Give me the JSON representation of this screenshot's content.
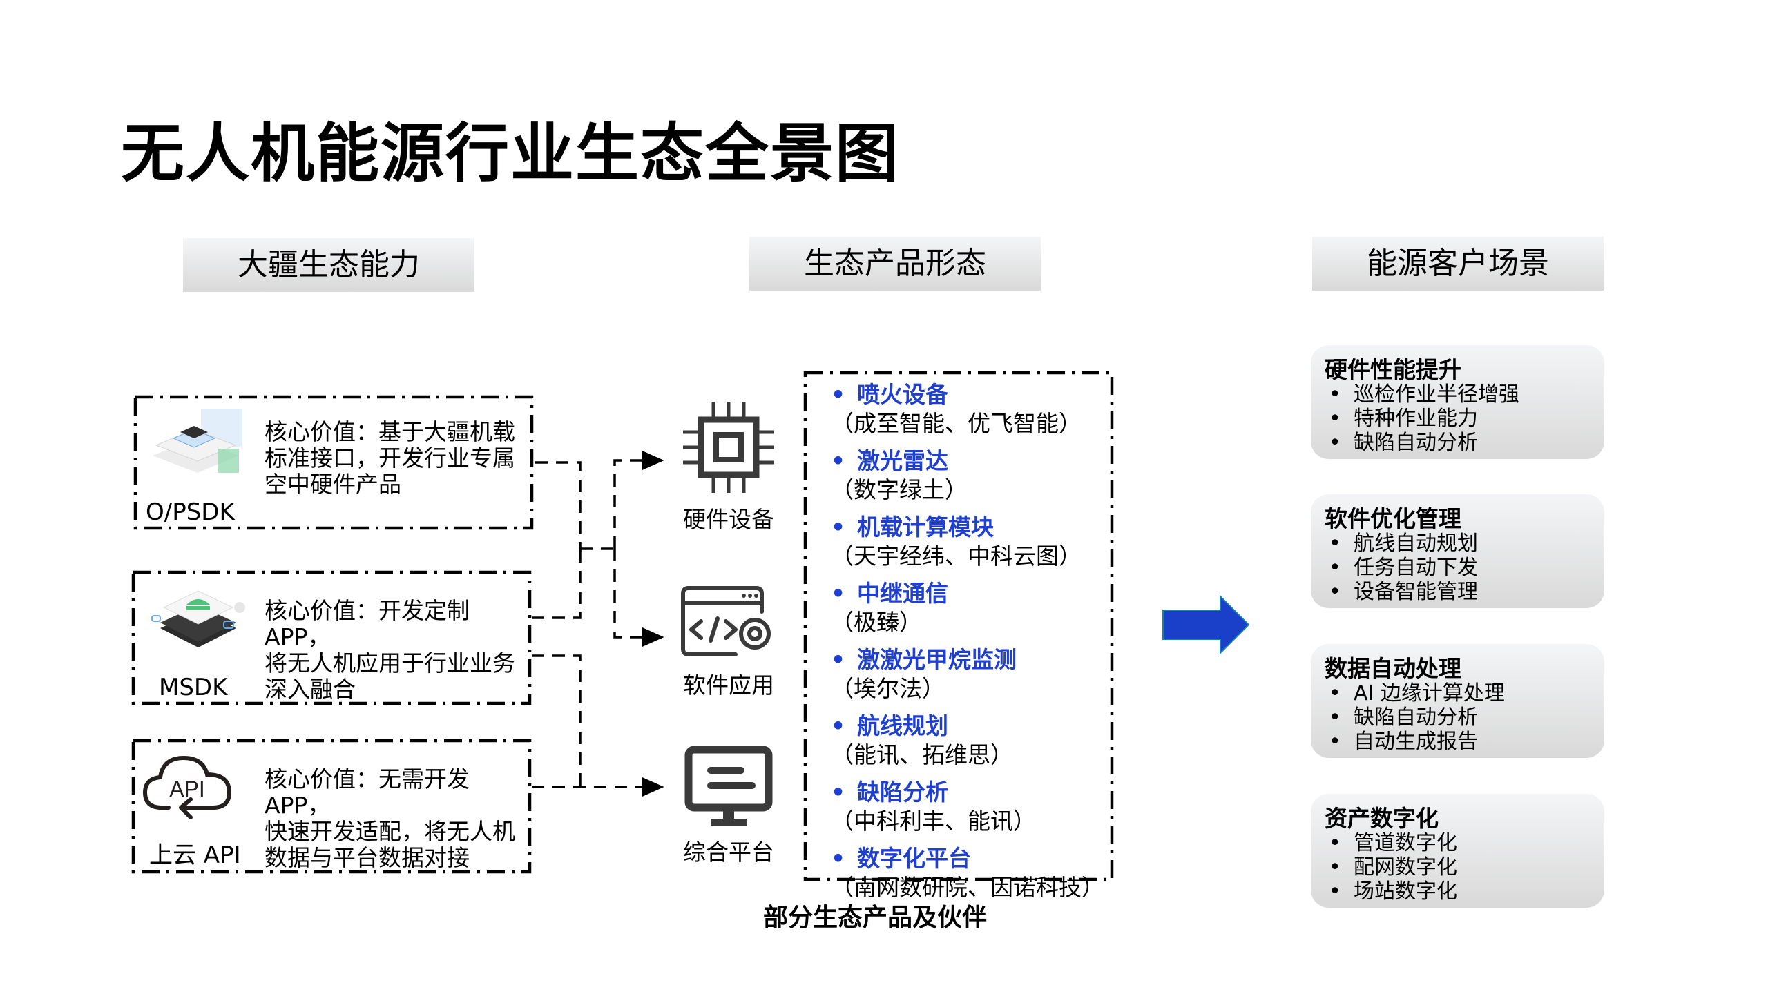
{
  "page": {
    "title": "无人机能源行业生态全景图"
  },
  "columns": {
    "capabilities_header": "大疆生态能力",
    "products_header": "生态产品形态",
    "scenarios_header": "能源客户场景"
  },
  "capabilities": [
    {
      "name": "O/PSDK",
      "icon": "chip-layers-icon",
      "desc_lines": [
        "核心价值：基于大疆机载",
        "标准接口，开发行业专属",
        "空中硬件产品"
      ]
    },
    {
      "name": "MSDK",
      "icon": "android-sdk-icon",
      "desc_lines": [
        "核心价值：开发定制 APP，",
        "将无人机应用于行业业务",
        "深入融合"
      ]
    },
    {
      "name": "上云 API",
      "icon": "cloud-api-icon",
      "cloud_text": "API",
      "desc_lines": [
        "核心价值：无需开发 APP，",
        "快速开发适配，将无人机",
        "数据与平台数据对接"
      ]
    }
  ],
  "products": [
    {
      "label": "硬件设备",
      "icon": "cpu-chip-icon"
    },
    {
      "label": "软件应用",
      "icon": "code-window-gear-icon"
    },
    {
      "label": "综合平台",
      "icon": "monitor-icon"
    }
  ],
  "partners": {
    "items": [
      {
        "category": "喷火设备",
        "partners": "（成至智能、优飞智能）"
      },
      {
        "category": "激光雷达",
        "partners": "（数字绿土）"
      },
      {
        "category": "机载计算模块",
        "partners": "（天宇经纬、中科云图）"
      },
      {
        "category": "中继通信",
        "partners": "（极臻）"
      },
      {
        "category": "激激光甲烷监测",
        "partners": "（埃尔法）"
      },
      {
        "category": "航线规划",
        "partners": "（能讯、拓维思）"
      },
      {
        "category": "缺陷分析",
        "partners": "（中科利丰、能讯）"
      },
      {
        "category": "数字化平台",
        "partners": "（南网数研院、因诺科技）"
      }
    ],
    "caption": "部分生态产品及伙伴"
  },
  "scenarios": [
    {
      "title": "硬件性能提升",
      "items": [
        "巡检作业半径增强",
        "特种作业能力",
        "缺陷自动分析"
      ]
    },
    {
      "title": "软件优化管理",
      "items": [
        "航线自动规划",
        "任务自动下发",
        "设备智能管理"
      ]
    },
    {
      "title": "数据自动处理",
      "items": [
        "AI 边缘计算处理",
        "缺陷自动分析",
        "自动生成报告"
      ]
    },
    {
      "title": "资产数字化",
      "items": [
        "管道数字化",
        "配网数字化",
        "场站数字化"
      ]
    }
  ],
  "colors": {
    "accent_blue": "#1e3fd0",
    "arrow_fill": "#1a3fc9",
    "icon_gray": "#3a3a3a",
    "header_gradient_top": "#f4f5f7",
    "header_gradient_bottom": "#d9d9d9"
  }
}
